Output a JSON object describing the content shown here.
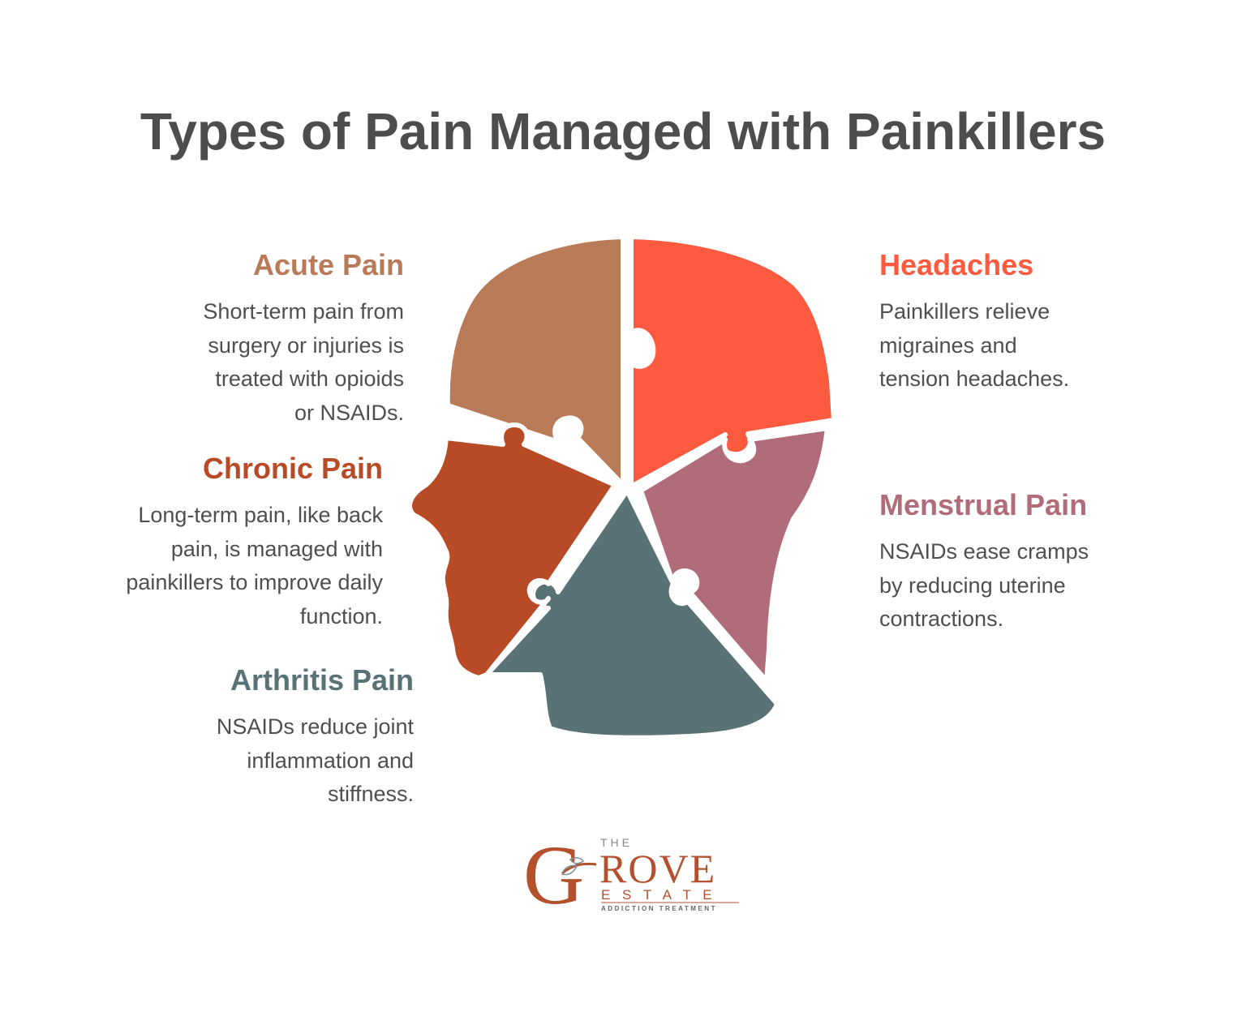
{
  "title": "Types of Pain Managed with Painkillers",
  "sections": {
    "acute": {
      "heading": "Acute Pain",
      "color": "#b97a57",
      "lines": [
        "Short-term pain from",
        "surgery or injuries is",
        "treated with opioids",
        "or NSAIDs."
      ]
    },
    "chronic": {
      "heading": "Chronic Pain",
      "color": "#b84a26",
      "lines": [
        "Long-term pain, like back",
        "pain, is managed with",
        "painkillers to improve daily",
        "function."
      ]
    },
    "arthritis": {
      "heading": "Arthritis Pain",
      "color": "#587276",
      "lines": [
        "NSAIDs reduce joint",
        "inflammation and",
        "stiffness."
      ]
    },
    "headaches": {
      "heading": "Headaches",
      "color": "#fd5a40",
      "lines": [
        "Painkillers relieve",
        "migraines and",
        "tension headaches."
      ]
    },
    "menstrual": {
      "heading": "Menstrual Pain",
      "color": "#b06c78",
      "lines": [
        "NSAIDs ease cramps",
        "by reducing uterine",
        "contractions."
      ]
    }
  },
  "logo": {
    "the": "THE",
    "g": "G",
    "rove": "ROVE",
    "estate": "E S T A T E",
    "tagline": "ADDICTION TREATMENT",
    "color": "#b4502c"
  }
}
